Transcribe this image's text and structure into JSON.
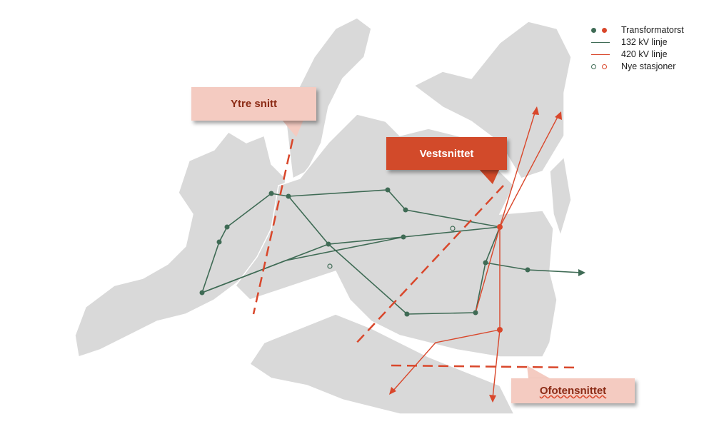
{
  "legend": {
    "items": [
      {
        "label": "Transformatorst",
        "symbol": "filled-dots"
      },
      {
        "label": "132 kV linje",
        "symbol": "line-green"
      },
      {
        "label": "420 kV linje",
        "symbol": "line-red"
      },
      {
        "label": "Nye stasjoner",
        "symbol": "open-dots"
      }
    ]
  },
  "callouts": {
    "ytre": "Ytre snitt",
    "vest": "Vestsnittet",
    "ofoten": "Ofotensnittet"
  },
  "colors": {
    "green": "#3f6b55",
    "red": "#d9472b",
    "land": "#d9d9d9",
    "pink": "#f4cbc1",
    "callout_red": "#d24a2a",
    "text_red": "#8b2a14"
  }
}
